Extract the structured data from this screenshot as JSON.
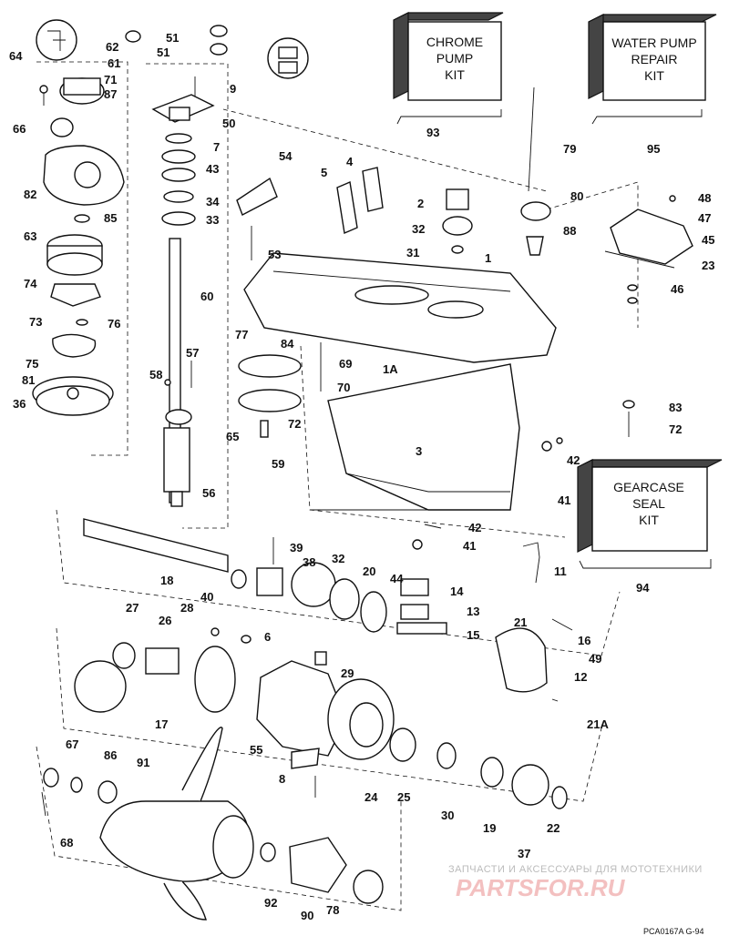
{
  "kits": [
    {
      "id": "chrome-pump-kit",
      "lines": [
        "CHROME",
        "PUMP",
        "KIT"
      ],
      "ref": "93"
    },
    {
      "id": "water-pump-repair-kit",
      "lines": [
        "WATER PUMP",
        "REPAIR",
        "KIT"
      ],
      "ref": "95"
    },
    {
      "id": "gearcase-seal-kit",
      "lines": [
        "GEARCASE",
        "SEAL",
        "KIT"
      ],
      "ref": "94"
    }
  ],
  "callouts": [
    "64",
    "62",
    "61",
    "71",
    "87",
    "51",
    "51",
    "9",
    "66",
    "50",
    "7",
    "43",
    "34",
    "33",
    "82",
    "85",
    "63",
    "54",
    "53",
    "60",
    "74",
    "76",
    "73",
    "75",
    "81",
    "36",
    "57",
    "58",
    "77",
    "84",
    "69",
    "65",
    "72",
    "70",
    "59",
    "56",
    "5",
    "4",
    "2",
    "32",
    "31",
    "1",
    "1A",
    "3",
    "79",
    "80",
    "88",
    "48",
    "47",
    "45",
    "23",
    "46",
    "83",
    "72",
    "42",
    "41",
    "42",
    "41",
    "18",
    "39",
    "38",
    "32",
    "20",
    "44",
    "14",
    "13",
    "15",
    "40",
    "11",
    "27",
    "26",
    "28",
    "6",
    "21",
    "16",
    "49",
    "12",
    "21A",
    "29",
    "17",
    "55",
    "8",
    "24",
    "25",
    "30",
    "19",
    "37",
    "22",
    "67",
    "86",
    "91",
    "68",
    "92",
    "90",
    "78"
  ],
  "watermark": {
    "line1": "ЗАПЧАСТИ И АКСЕССУАРЫ ДЛЯ МОТОТЕХНИКИ",
    "logo": "PARTSFOR.RU"
  },
  "code_label": "PCA0167A  G-94"
}
